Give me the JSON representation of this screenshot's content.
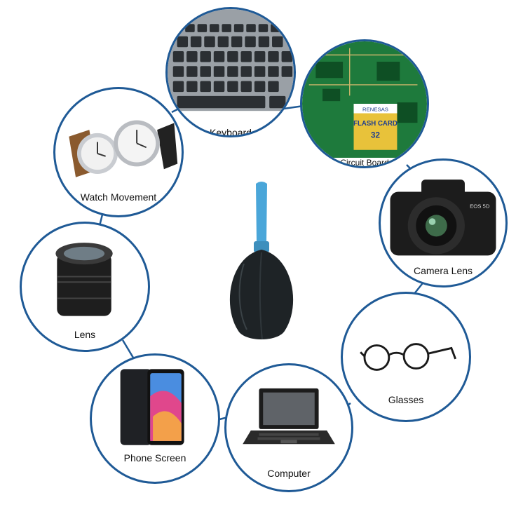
{
  "colors": {
    "ring": "#1f5a96",
    "connector": "#1f5a96",
    "nozzle": "#4aa6d9",
    "bulb": "#1e2326"
  },
  "product": {
    "name_icon": "air-blower-bulb-icon"
  },
  "items": [
    {
      "label": "Keyboard",
      "icon": "keyboard-icon"
    },
    {
      "label": "Circuit Board",
      "icon": "circuit-board-icon",
      "card_brand": "RENESAS",
      "card_text": "FLASH CARD",
      "card_number": "32"
    },
    {
      "label": "Watch Movement",
      "icon": "watch-icon"
    },
    {
      "label": "Camera Lens",
      "icon": "camera-icon",
      "camera_model": "EOS 5D"
    },
    {
      "label": "Lens",
      "icon": "lens-icon"
    },
    {
      "label": "Glasses",
      "icon": "glasses-icon"
    },
    {
      "label": "Phone Screen",
      "icon": "phone-icon"
    },
    {
      "label": "Computer",
      "icon": "laptop-icon"
    }
  ]
}
